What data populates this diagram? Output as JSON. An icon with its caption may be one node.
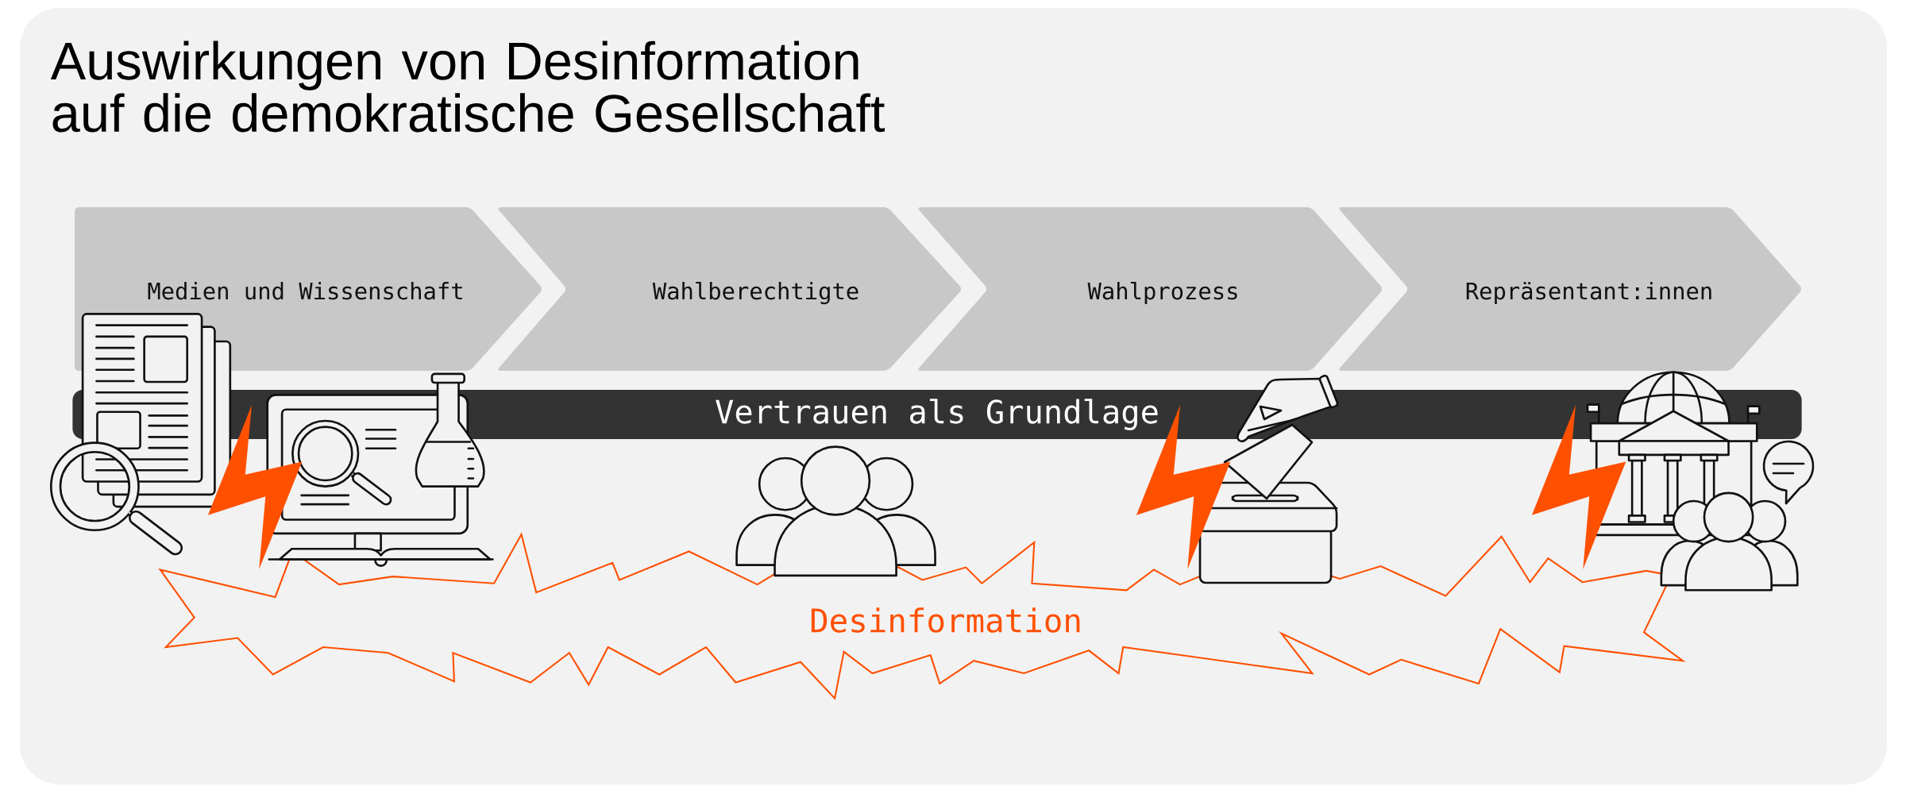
{
  "diagram": {
    "title": "Auswirkungen von Desinformation auf die demokratische Gesellschaft",
    "nodes": [
      {
        "text": [
          "Medien und Wissenschaft"
        ]
      },
      {
        "text": [
          "Wahlberechtigte"
        ]
      },
      {
        "text": [
          "Wahlprozess"
        ]
      },
      {
        "text": [
          "Repräsentant:innen"
        ]
      },
      {
        "text": [
          "Vertrauen als Grundlage"
        ]
      },
      {
        "text": [
          "Desinformation"
        ]
      }
    ]
  }
}
